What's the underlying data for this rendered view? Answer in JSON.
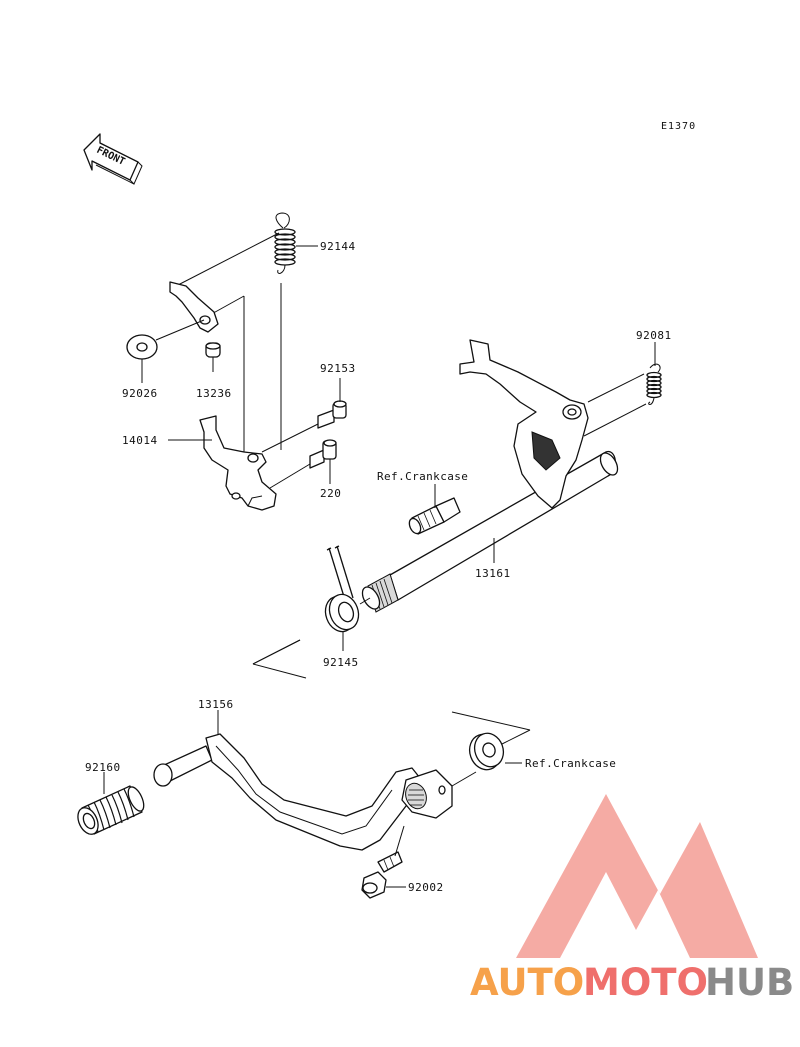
{
  "diagram_code": "E1370",
  "front_label": "FRONT",
  "parts": {
    "p92144": "92144",
    "p92026": "92026",
    "p13236": "13236",
    "p92153": "92153",
    "p14014": "14014",
    "p220": "220",
    "p92081": "92081",
    "p13161": "13161",
    "p92145": "92145",
    "p13156": "13156",
    "p92160": "92160",
    "p92002": "92002"
  },
  "refs": {
    "crankcase_upper": "Ref.Crankcase",
    "crankcase_lower": "Ref.Crankcase"
  },
  "watermark": {
    "auto": "AUTO",
    "moto": "MOTO",
    "hub": "HUB",
    "colors": {
      "red": "#ef5350",
      "orange": "#f6a14a",
      "grey": "#8a8a8a"
    }
  }
}
